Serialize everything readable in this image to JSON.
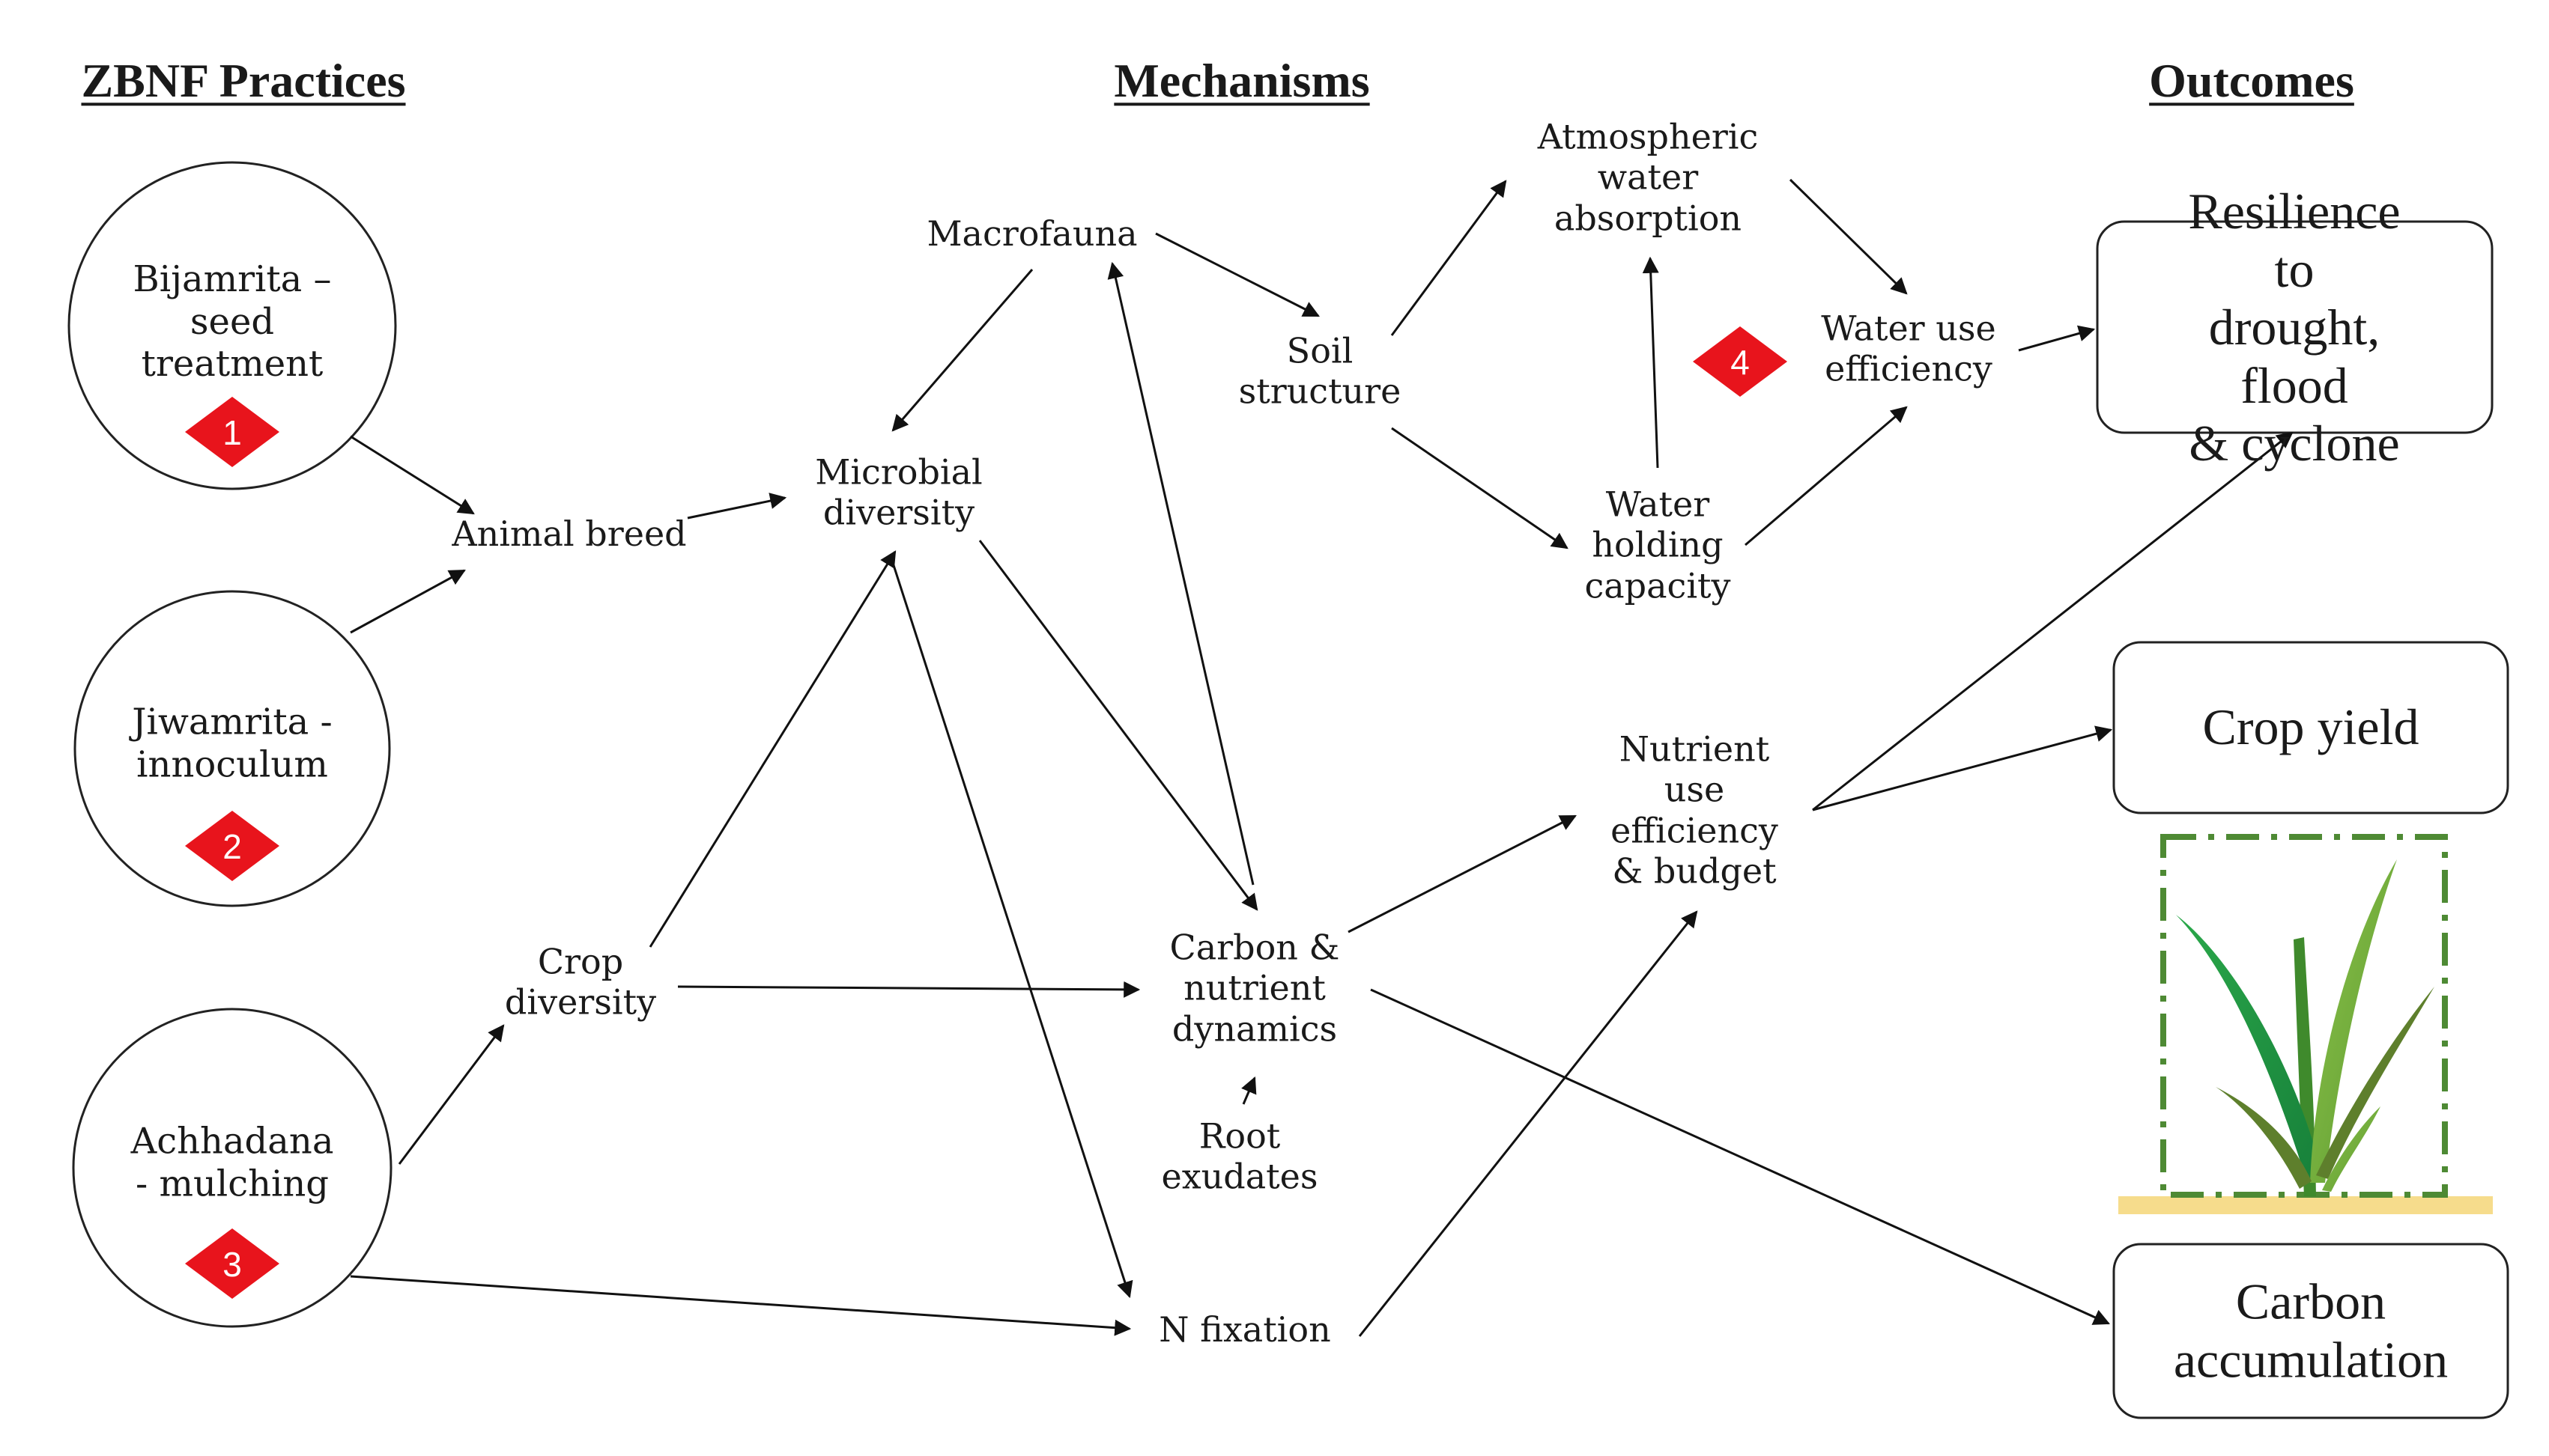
{
  "headers": {
    "practices": "ZBNF Practices",
    "mechanisms": "Mechanisms",
    "outcomes": "Outcomes"
  },
  "practices": {
    "bijamrita": "Bijamrita –\nseed\ntreatment",
    "jiwamrita": "Jiwamrita -\ninnoculum",
    "achhadana": "Achhadana\n- mulching"
  },
  "badges": {
    "b1": "1",
    "b2": "2",
    "b3": "3",
    "b4": "4"
  },
  "mechanisms": {
    "animal_breed": "Animal breed",
    "microbial_diversity": "Microbial\ndiversity",
    "macrofauna": "Macrofauna",
    "soil_structure": "Soil\nstructure",
    "atmospheric_water_absorption": "Atmospheric\nwater\nabsorption",
    "water_holding_capacity": "Water\nholding\ncapacity",
    "water_use_efficiency": "Water use\nefficiency",
    "crop_diversity": "Crop\ndiversity",
    "carbon_nutrient_dynamics": "Carbon &\nnutrient\ndynamics",
    "root_exudates": "Root\nexudates",
    "nutrient_use_efficiency": "Nutrient\nuse\nefficiency\n& budget",
    "n_fixation": "N fixation"
  },
  "outcomes": {
    "resilience": "Resilience to\ndrought, flood\n& cyclone",
    "crop_yield": "Crop yield",
    "carbon_accumulation": "Carbon\naccumulation"
  },
  "colors": {
    "badge": "#e8141c",
    "plant_frame": "#4e8a34",
    "soil": "#f6dc8c",
    "leaf_dark": "#1f8f3c",
    "leaf_light": "#6fae3c",
    "leaf_olive": "#5e7f2c"
  }
}
